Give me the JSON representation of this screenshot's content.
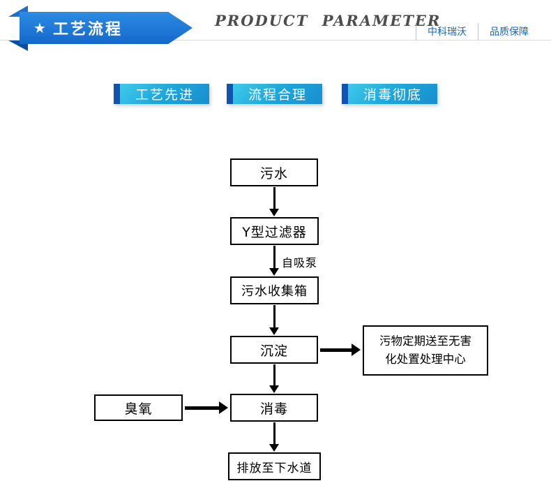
{
  "header": {
    "star_icon": "★",
    "ribbon_title": "工艺流程",
    "subtitle": "PRODUCT PARAMETER",
    "nav": [
      {
        "label": "中科瑞沃"
      },
      {
        "label": "品质保障"
      }
    ]
  },
  "feature_badges": [
    {
      "label": "工艺先进"
    },
    {
      "label": "流程合理"
    },
    {
      "label": "消毒彻底"
    }
  ],
  "flowchart": {
    "nodes": {
      "sewage": "污水",
      "y_filter": "Y型过滤器",
      "collection_tank": "污水收集箱",
      "sedimentation": "沉淀",
      "disinfection": "消毒",
      "discharge": "排放至下水道",
      "ozone": "臭氧",
      "disposal_line1": "污物定期送至无害",
      "disposal_line2": "化处置处理中心"
    },
    "arrow_label_pump": "自吸泵"
  },
  "colors": {
    "ribbon_blue": "#1568cc",
    "ribbon_fold_dark": "#0b4da5",
    "badge_cyan": "#1ba5da",
    "badge_stripe": "#1353b0",
    "nav_link_blue": "#1668c4",
    "subtitle_gray": "#4d4d4d",
    "node_border": "#000000"
  }
}
